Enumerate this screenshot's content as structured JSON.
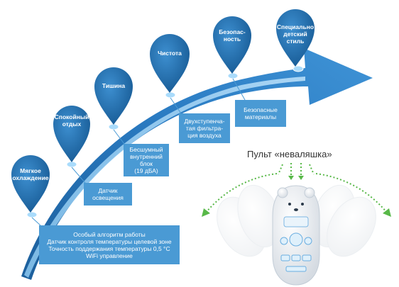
{
  "colors": {
    "pin": "#1f6ea8",
    "arrow_dark": "#1c5f9c",
    "arrow_light": "#6db5ea",
    "box": "#4a9ad4",
    "dotted_arrow": "#58b848"
  },
  "pins": [
    {
      "label": "Мягкое\nохлаждение"
    },
    {
      "label": "Спокойный\nотдых"
    },
    {
      "label": "Тишина"
    },
    {
      "label": "Чистота"
    },
    {
      "label": "Безопас-\nность"
    },
    {
      "label": "Специально\nдетский\nстиль"
    }
  ],
  "boxes": [
    {
      "text": "Особый алгоритм работы\nДатчик контроля температуры целевой зоне\nТочность поддержания температуры  0,5 °С\nWiFi управление"
    },
    {
      "text": "Датчик\nосвещения"
    },
    {
      "text": "Бесшумный\nвнутренний\nблок\n(19 дБА)"
    },
    {
      "text": "Двухступенча-\nтая фильтра-\nция воздуха"
    },
    {
      "text": "Безопасные\nматериалы"
    }
  ],
  "remote": {
    "title": "Пульт «неваляшка»",
    "icon": "remote-control-icon"
  }
}
